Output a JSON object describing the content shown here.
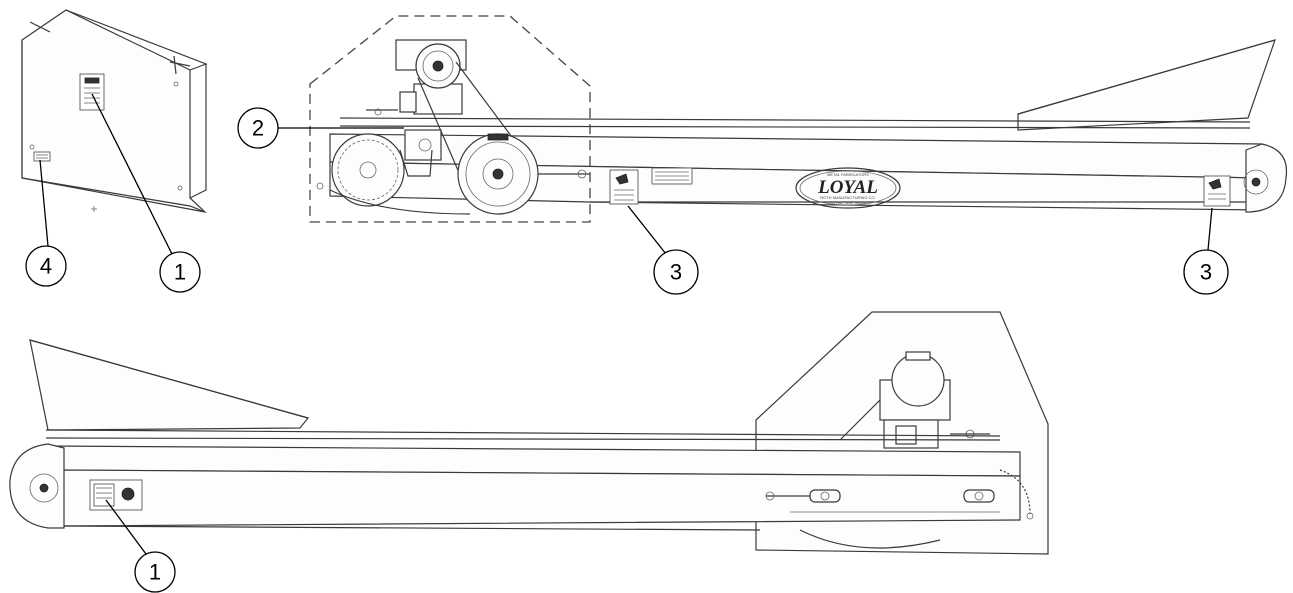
{
  "callouts": {
    "guard_cover": "1",
    "guard_outline": "2",
    "tube_decal_left": "3",
    "tube_decal_right": "3",
    "guard_small_decal": "4",
    "lower_tube_decal": "1"
  },
  "logo": {
    "top_line": "METAL FABRICATORS",
    "name": "LOYAL",
    "bottom_line": "ROTH MANUFACTURING CO.",
    "location": "LOYAL, WIS. 54446"
  }
}
